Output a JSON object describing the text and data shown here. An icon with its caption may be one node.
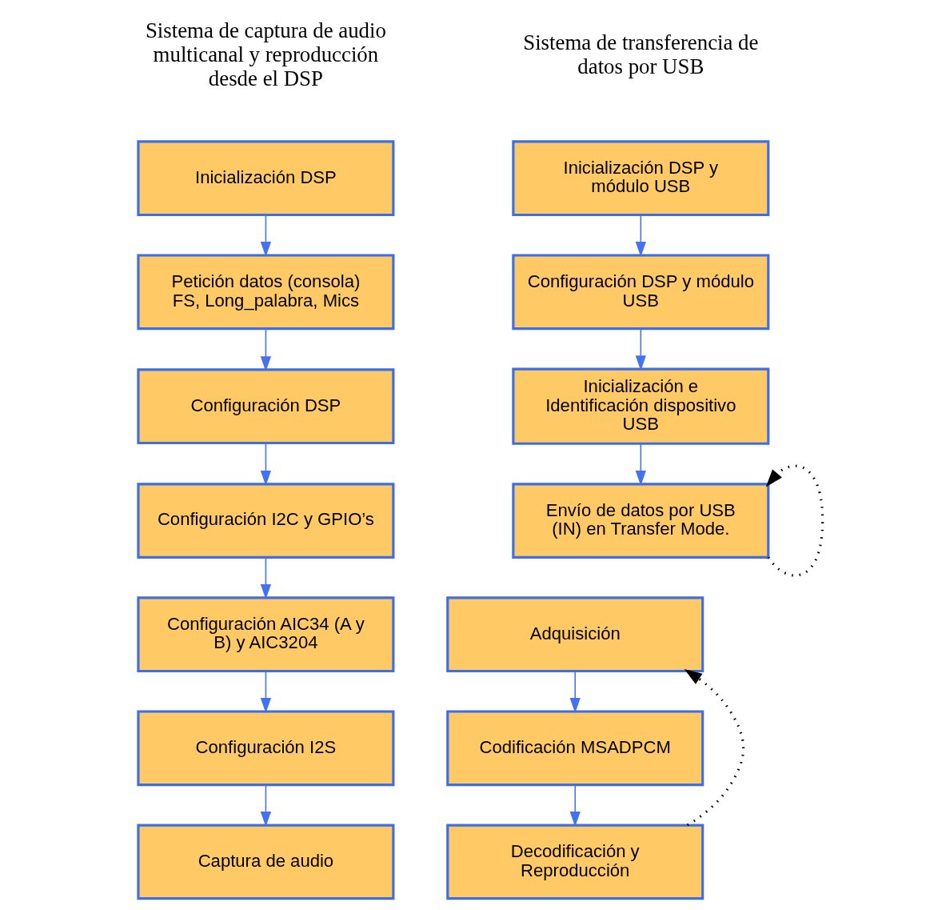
{
  "diagram": {
    "nodes": [
      {
        "text": [
          "Inicialización DSP"
        ]
      },
      {
        "text": [
          "Petición datos (consola) FS, Long_palabra, Mics"
        ]
      },
      {
        "text": [
          "Configuración DSP"
        ]
      },
      {
        "text": [
          "Configuración I2C y GPIO’s"
        ]
      },
      {
        "text": [
          "Configuración AIC34 (A y B) y AIC3204"
        ]
      },
      {
        "text": [
          "Configuración I2S"
        ]
      },
      {
        "text": [
          "Captura de audio"
        ]
      },
      {
        "text": [
          "Adquisición"
        ]
      },
      {
        "text": [
          "Codificación MSADPCM"
        ]
      },
      {
        "text": [
          "Decodificación y Reproducción"
        ]
      },
      {
        "text": [
          "Inicialización DSP y módulo USB"
        ]
      },
      {
        "text": [
          "Configuración DSP y módulo USB"
        ]
      },
      {
        "text": [
          "Inicialización e Identificación dispositivo USB"
        ]
      },
      {
        "text": [
          "Envío de datos por USB (IN) en Transfer Mode."
        ]
      }
    ],
    "edges": [
      {
        "from": 0,
        "to": 1,
        "arrow": "to"
      },
      {
        "from": 1,
        "to": 2,
        "arrow": "to"
      },
      {
        "from": 2,
        "to": 3,
        "arrow": "to"
      },
      {
        "from": 3,
        "to": 4,
        "arrow": "to"
      },
      {
        "from": 4,
        "to": 5,
        "arrow": "to"
      },
      {
        "from": 5,
        "to": 6,
        "arrow": "to"
      },
      {
        "from": 7,
        "to": 8,
        "arrow": "to"
      },
      {
        "from": 8,
        "to": 9,
        "arrow": "to"
      },
      {
        "from": 9,
        "to": 7,
        "arrow": "to",
        "style": "dashed",
        "color": "#000000"
      },
      {
        "from": 10,
        "to": 11,
        "arrow": "to"
      },
      {
        "from": 11,
        "to": 12,
        "arrow": "to"
      },
      {
        "from": 12,
        "to": 13,
        "arrow": "to"
      },
      {
        "from": 13,
        "to": 13,
        "arrow": "to",
        "style": "dashed",
        "color": "#000000"
      }
    ],
    "labels": [
      "Sistema de captura de audio multicanal y reproducción desde el DSP",
      "Sistema de transferencia de datos por USB"
    ]
  }
}
